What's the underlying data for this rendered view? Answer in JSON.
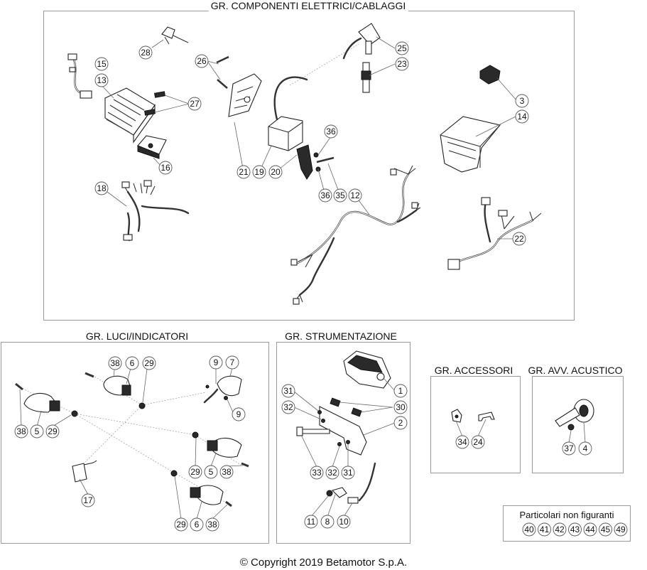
{
  "groups": {
    "electrical": "GR. COMPONENTI ELETTRICI/CABLAGGI",
    "lights": "GR. LUCI/INDICATORI",
    "instruments": "GR. STRUMENTAZIONE",
    "accessories": "GR. ACCESSORI",
    "horn": "GR. AVV. ACUSTICO"
  },
  "callouts": [
    {
      "n": "28",
      "g": "electrical"
    },
    {
      "n": "25",
      "g": "electrical"
    },
    {
      "n": "23",
      "g": "electrical"
    },
    {
      "n": "26",
      "g": "electrical"
    },
    {
      "n": "15",
      "g": "electrical"
    },
    {
      "n": "13",
      "g": "electrical"
    },
    {
      "n": "27",
      "g": "electrical"
    },
    {
      "n": "3",
      "g": "electrical"
    },
    {
      "n": "14",
      "g": "electrical"
    },
    {
      "n": "36",
      "g": "electrical"
    },
    {
      "n": "16",
      "g": "electrical"
    },
    {
      "n": "21",
      "g": "electrical"
    },
    {
      "n": "19",
      "g": "electrical"
    },
    {
      "n": "20",
      "g": "electrical"
    },
    {
      "n": "36",
      "g": "electrical"
    },
    {
      "n": "35",
      "g": "electrical"
    },
    {
      "n": "12",
      "g": "electrical"
    },
    {
      "n": "18",
      "g": "electrical"
    },
    {
      "n": "22",
      "g": "electrical"
    },
    {
      "n": "38",
      "g": "lights"
    },
    {
      "n": "6",
      "g": "lights"
    },
    {
      "n": "29",
      "g": "lights"
    },
    {
      "n": "9",
      "g": "lights"
    },
    {
      "n": "7",
      "g": "lights"
    },
    {
      "n": "9",
      "g": "lights"
    },
    {
      "n": "38",
      "g": "lights"
    },
    {
      "n": "5",
      "g": "lights"
    },
    {
      "n": "29",
      "g": "lights"
    },
    {
      "n": "29",
      "g": "lights"
    },
    {
      "n": "5",
      "g": "lights"
    },
    {
      "n": "38",
      "g": "lights"
    },
    {
      "n": "17",
      "g": "lights"
    },
    {
      "n": "29",
      "g": "lights"
    },
    {
      "n": "6",
      "g": "lights"
    },
    {
      "n": "38",
      "g": "lights"
    },
    {
      "n": "31",
      "g": "instruments"
    },
    {
      "n": "1",
      "g": "instruments"
    },
    {
      "n": "32",
      "g": "instruments"
    },
    {
      "n": "30",
      "g": "instruments"
    },
    {
      "n": "2",
      "g": "instruments"
    },
    {
      "n": "33",
      "g": "instruments"
    },
    {
      "n": "32",
      "g": "instruments"
    },
    {
      "n": "31",
      "g": "instruments"
    },
    {
      "n": "11",
      "g": "instruments"
    },
    {
      "n": "8",
      "g": "instruments"
    },
    {
      "n": "10",
      "g": "instruments"
    },
    {
      "n": "34",
      "g": "accessories"
    },
    {
      "n": "24",
      "g": "accessories"
    },
    {
      "n": "37",
      "g": "horn"
    },
    {
      "n": "4",
      "g": "horn"
    }
  ],
  "not_shown": {
    "label": "Particolari non figuranti",
    "items": [
      "40",
      "41",
      "42",
      "43",
      "44",
      "45",
      "49"
    ]
  },
  "copyright": "© Copyright 2019 Betamotor S.p.A."
}
